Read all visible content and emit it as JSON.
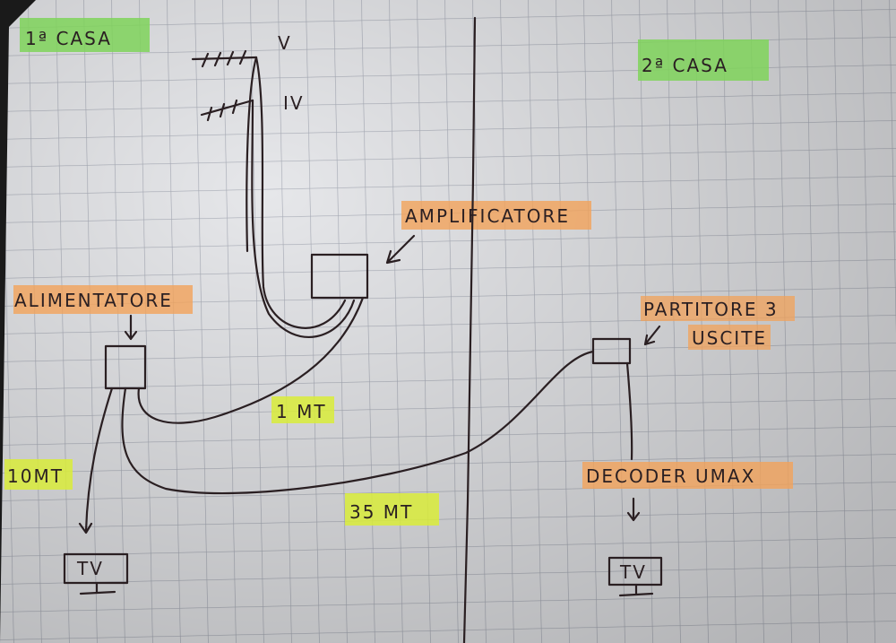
{
  "colors": {
    "paper": "#e6e7ea",
    "grid": "#a9adb8",
    "ink": "#2a1f22",
    "green_highlight": "#7fd35a",
    "orange_highlight": "#f2a25a",
    "yellow_highlight": "#d9ec3a"
  },
  "houses": {
    "first": "1ª CASA",
    "second": "2ª CASA"
  },
  "antennas": {
    "upper": "V",
    "lower": "IV"
  },
  "components": {
    "amplifier": "AMPLIFICATORE",
    "power_supply": "ALIMENTATORE",
    "splitter_line1": "PARTITORE 3",
    "splitter_line2": "USCITE",
    "decoder": "DECODER UMAX",
    "tv1": "TV",
    "tv2": "TV"
  },
  "cable_lengths": {
    "amp_to_power": "1 MT",
    "power_to_tv": "10MT",
    "power_to_splitter": "35 MT"
  }
}
